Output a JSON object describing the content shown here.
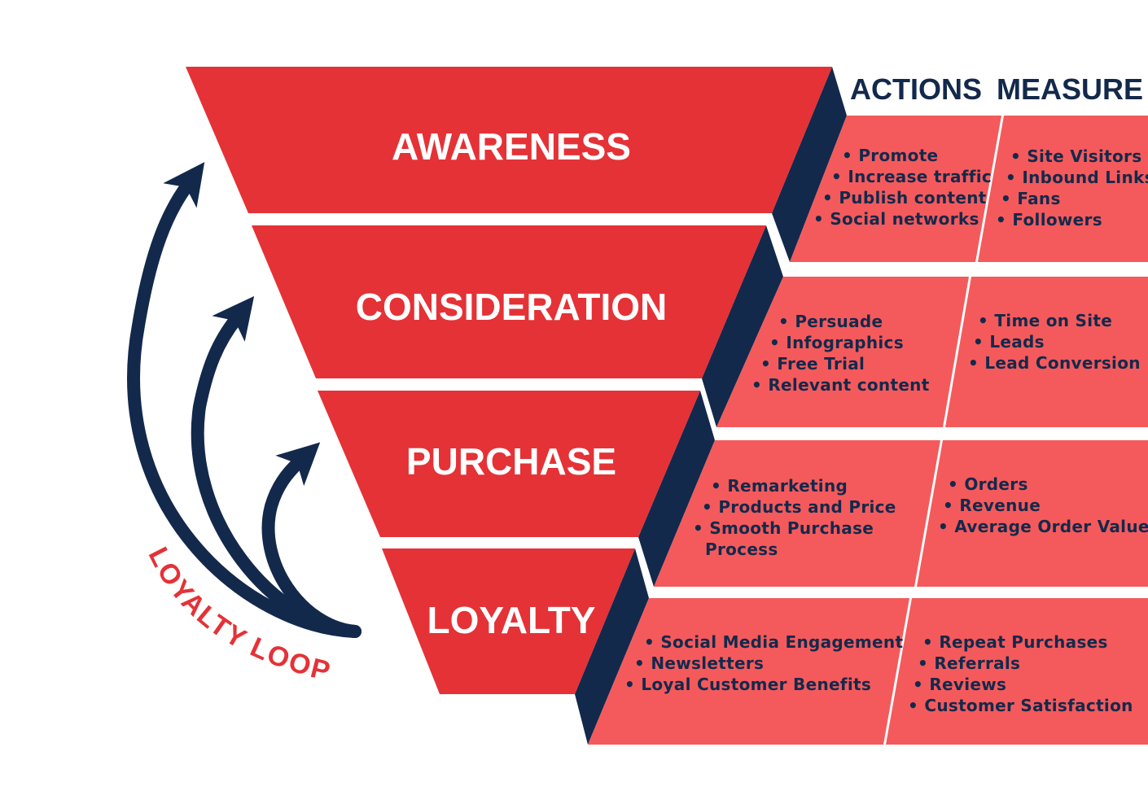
{
  "colors": {
    "funnel_red": "#e43237",
    "panel_red": "#f45a5c",
    "navy": "#13294b",
    "label_red": "#e43237",
    "text_white": "#ffffff"
  },
  "columns": {
    "actions": "ACTIONS",
    "measure": "MEASURE"
  },
  "stages": [
    {
      "title": "AWARENESS",
      "actions": [
        "• Promote",
        "• Increase traffic",
        "• Publish content",
        "• Social networks"
      ],
      "measures": [
        "• Site Visitors",
        "• Inbound Links",
        "• Fans",
        "• Followers"
      ]
    },
    {
      "title": "CONSIDERATION",
      "actions": [
        "• Persuade",
        "• Infographics",
        "• Free Trial",
        "• Relevant content"
      ],
      "measures": [
        "• Time on Site",
        "• Leads",
        "• Lead Conversion"
      ]
    },
    {
      "title": "PURCHASE",
      "actions": [
        "• Remarketing",
        "• Products and Price",
        "• Smooth Purchase",
        "Process"
      ],
      "measures": [
        "• Orders",
        "• Revenue",
        "• Average Order Value"
      ]
    },
    {
      "title": "LOYALTY",
      "actions": [
        "• Social Media Engagement",
        "• Newsletters",
        "• Loyal Customer Benefits"
      ],
      "measures": [
        "• Repeat Purchases",
        "• Referrals",
        "• Reviews",
        "• Customer Satisfaction"
      ]
    }
  ],
  "loop_label": "LOYALTY LOOP",
  "icons": {
    "loop_arrows": "curved-arrow-icon"
  }
}
